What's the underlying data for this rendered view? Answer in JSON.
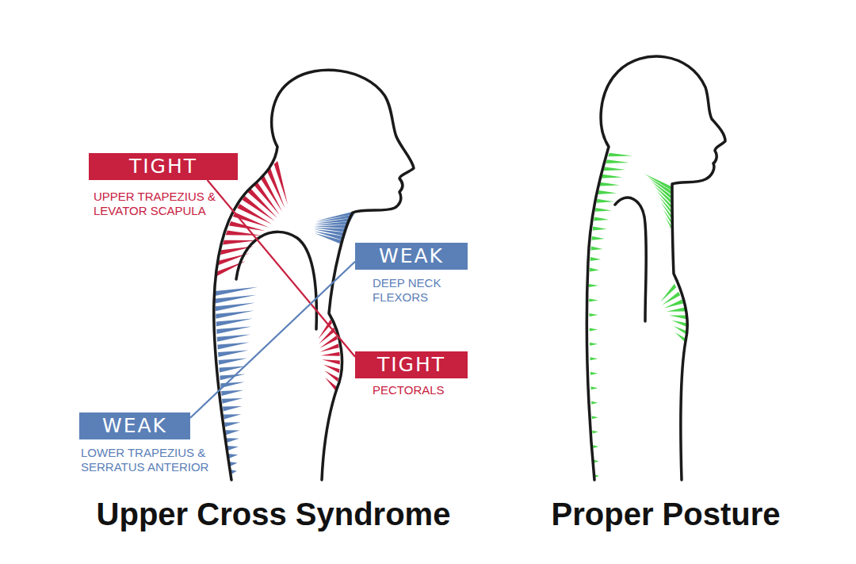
{
  "diagram": {
    "nodes": [
      {
        "text": [
          "TIGHT",
          "UPPER TRAPEZIUS & LEVATOR SCAPULA"
        ]
      },
      {
        "text": [
          "WEAK",
          "DEEP NECK FLEXORS"
        ]
      },
      {
        "text": [
          "TIGHT",
          "PECTORALS"
        ]
      },
      {
        "text": [
          "WEAK",
          "LOWER TRAPEZIUS & SERRATUS ANTERIOR"
        ]
      }
    ],
    "edges": [
      {
        "from": 0,
        "to": 2,
        "arrow": "none"
      },
      {
        "from": 1,
        "to": 3,
        "arrow": "none"
      }
    ],
    "labels": [
      "Upper Cross Syndrome",
      "Proper Posture"
    ]
  }
}
